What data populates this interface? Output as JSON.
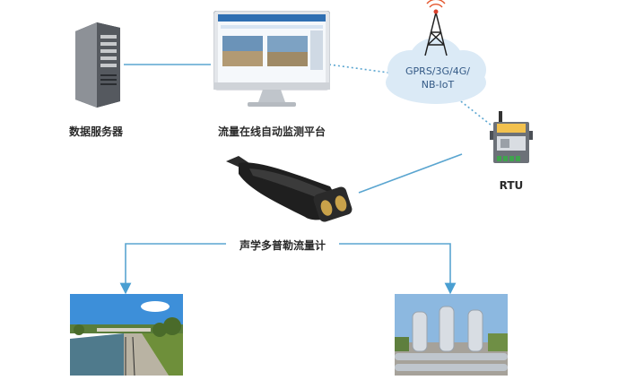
{
  "nodes": {
    "server": {
      "label": "数据服务器",
      "icon": "server-icon"
    },
    "platform": {
      "label": "流量在线自动监测平台",
      "icon": "monitor-icon"
    },
    "network": {
      "line1": "GPRS/3G/4G/",
      "line2": "NB-IoT",
      "icon": "cloud-tower-icon"
    },
    "rtu": {
      "label": "RTU",
      "icon": "rtu-device-icon"
    },
    "meter": {
      "label": "声学多普勒流量计",
      "icon": "doppler-meter-icon"
    },
    "scene_left": {
      "icon": "river-channel-photo"
    },
    "scene_right": {
      "icon": "pipeline-plant-photo"
    }
  },
  "colors": {
    "connector": "#5aa5d0",
    "cloud": "#dbeaf6",
    "arrow": "#4a9fd2"
  }
}
